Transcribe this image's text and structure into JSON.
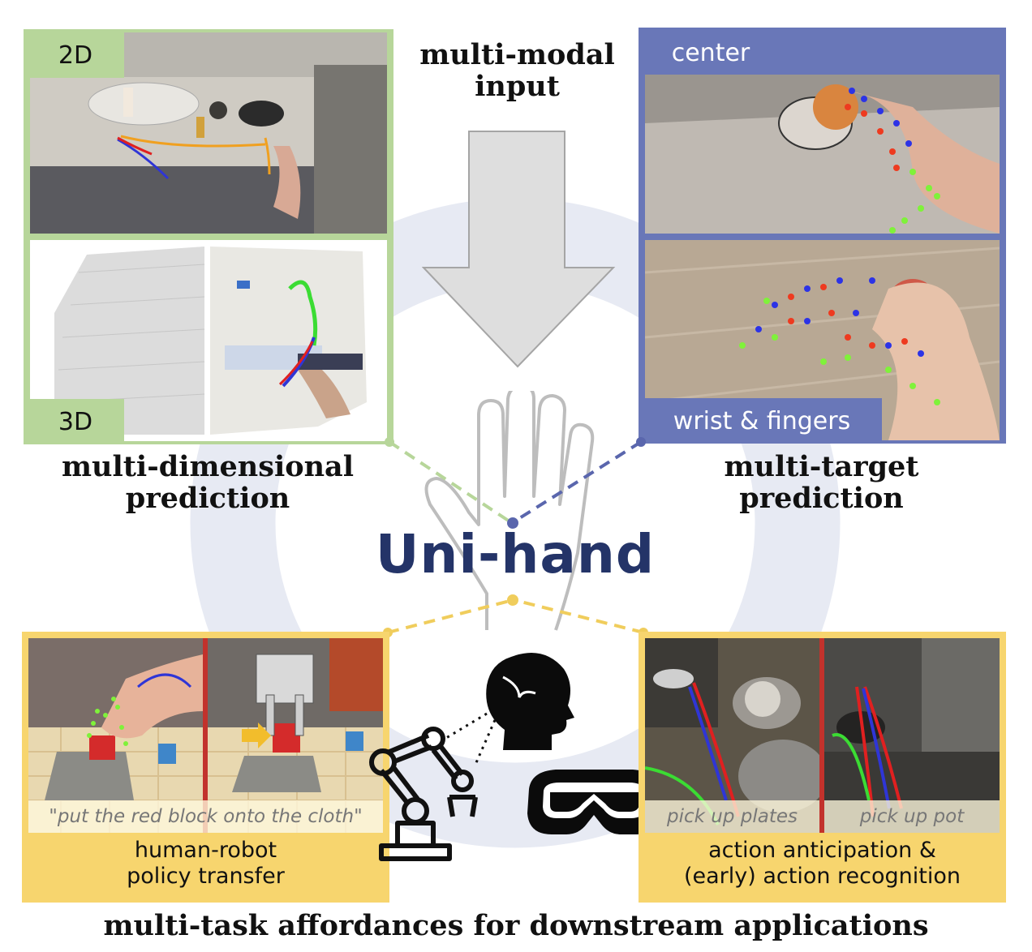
{
  "center": {
    "title": "Uni-hand",
    "input_label": "multi-modal\ninput"
  },
  "top_left": {
    "tag_2d": "2D",
    "tag_3d": "3D",
    "caption": "multi-dimensional\nprediction"
  },
  "top_right": {
    "tag_center": "center",
    "tag_fingers": "wrist & fingers",
    "caption": "multi-target\nprediction"
  },
  "bottom_left": {
    "instruction": "\"put the red block onto the cloth\"",
    "label": "human-robot\npolicy transfer"
  },
  "bottom_right": {
    "caption_left": "pick up plates",
    "caption_right": "pick up pot",
    "label": "action anticipation &\n(early) action recognition"
  },
  "footer": {
    "caption": "multi-task affordances for downstream applications"
  },
  "colors": {
    "green_panel": "#b7d69a",
    "blue_panel": "#6977b8",
    "yellow_panel": "#f7d56e",
    "title": "#243468",
    "ring": "#e6e9f3"
  }
}
